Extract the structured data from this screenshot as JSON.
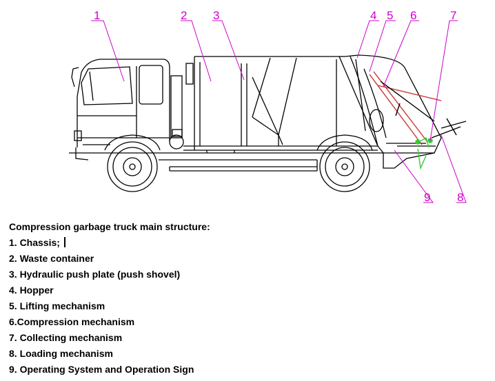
{
  "colors": {
    "line": "#000000",
    "callout": "#cc00cc",
    "mechanism_red": "#cc3333",
    "mechanism_green": "#33cc33"
  },
  "callouts": [
    "1",
    "2",
    "3",
    "4",
    "5",
    "6",
    "7",
    "8",
    "9"
  ],
  "legend": {
    "title": "Compression garbage truck main structure:",
    "items": [
      "1. Chassis;",
      "2. Waste container",
      "3. Hydraulic push plate (push shovel)",
      "4. Hopper",
      "5. Lifting mechanism",
      "6.Compression mechanism",
      "7. Collecting mechanism",
      "8. Loading mechanism",
      "9. Operating System and Operation Sign"
    ]
  }
}
